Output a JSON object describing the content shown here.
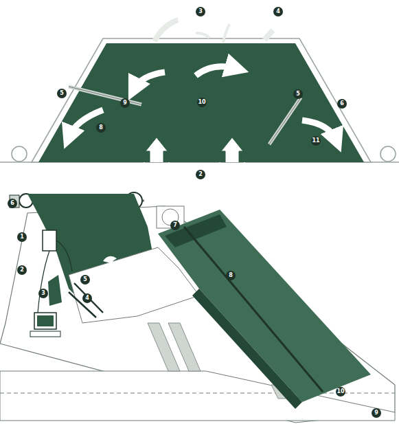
{
  "diagram": {
    "labels": [
      "3",
      "4",
      "5",
      "5",
      "6",
      "2",
      "8",
      "9",
      "10",
      "11",
      "6",
      "7",
      "1",
      "2",
      "5",
      "3",
      "4",
      "8",
      "10",
      "9"
    ]
  }
}
